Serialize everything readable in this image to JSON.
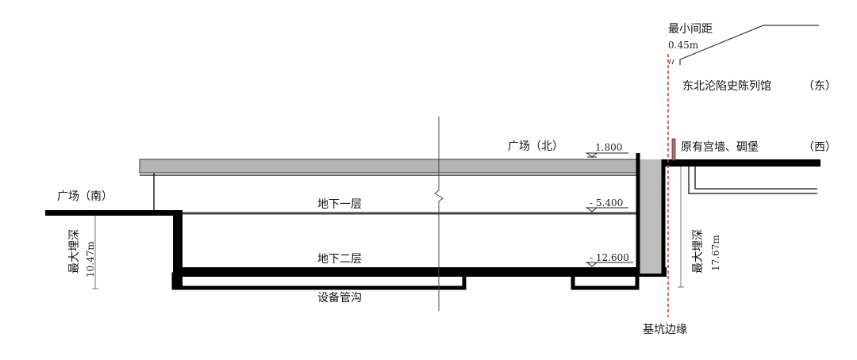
{
  "labels": {
    "plaza_south": "广场（南）",
    "plaza_north": "广场（北）",
    "basement_1": "地下一层",
    "basement_2": "地下二层",
    "utility_trench": "设备管沟",
    "min_spacing_title": "最小间距",
    "min_spacing_value": "0.45m",
    "museum": "东北沦陷史陈列馆",
    "museum_dir": "（东）",
    "palace_wall": "原有宫墙、碉堡",
    "palace_wall_dir": "（西）",
    "pit_edge": "基坑边缘",
    "max_depth_left_title": "最大埋深",
    "max_depth_left_value": "10.47m",
    "max_depth_right_title": "最大埋深",
    "max_depth_right_value": "17.67m"
  },
  "elevations": {
    "ground": "1.800",
    "b1": "- 5.400",
    "b2": "- 12.600"
  },
  "colors": {
    "structure": "#000000",
    "slab_gray": "#b4b4b4",
    "wall_gray": "#bdbdbd",
    "pit_edge_red": "#c0392b",
    "old_wall": "#b07070"
  }
}
